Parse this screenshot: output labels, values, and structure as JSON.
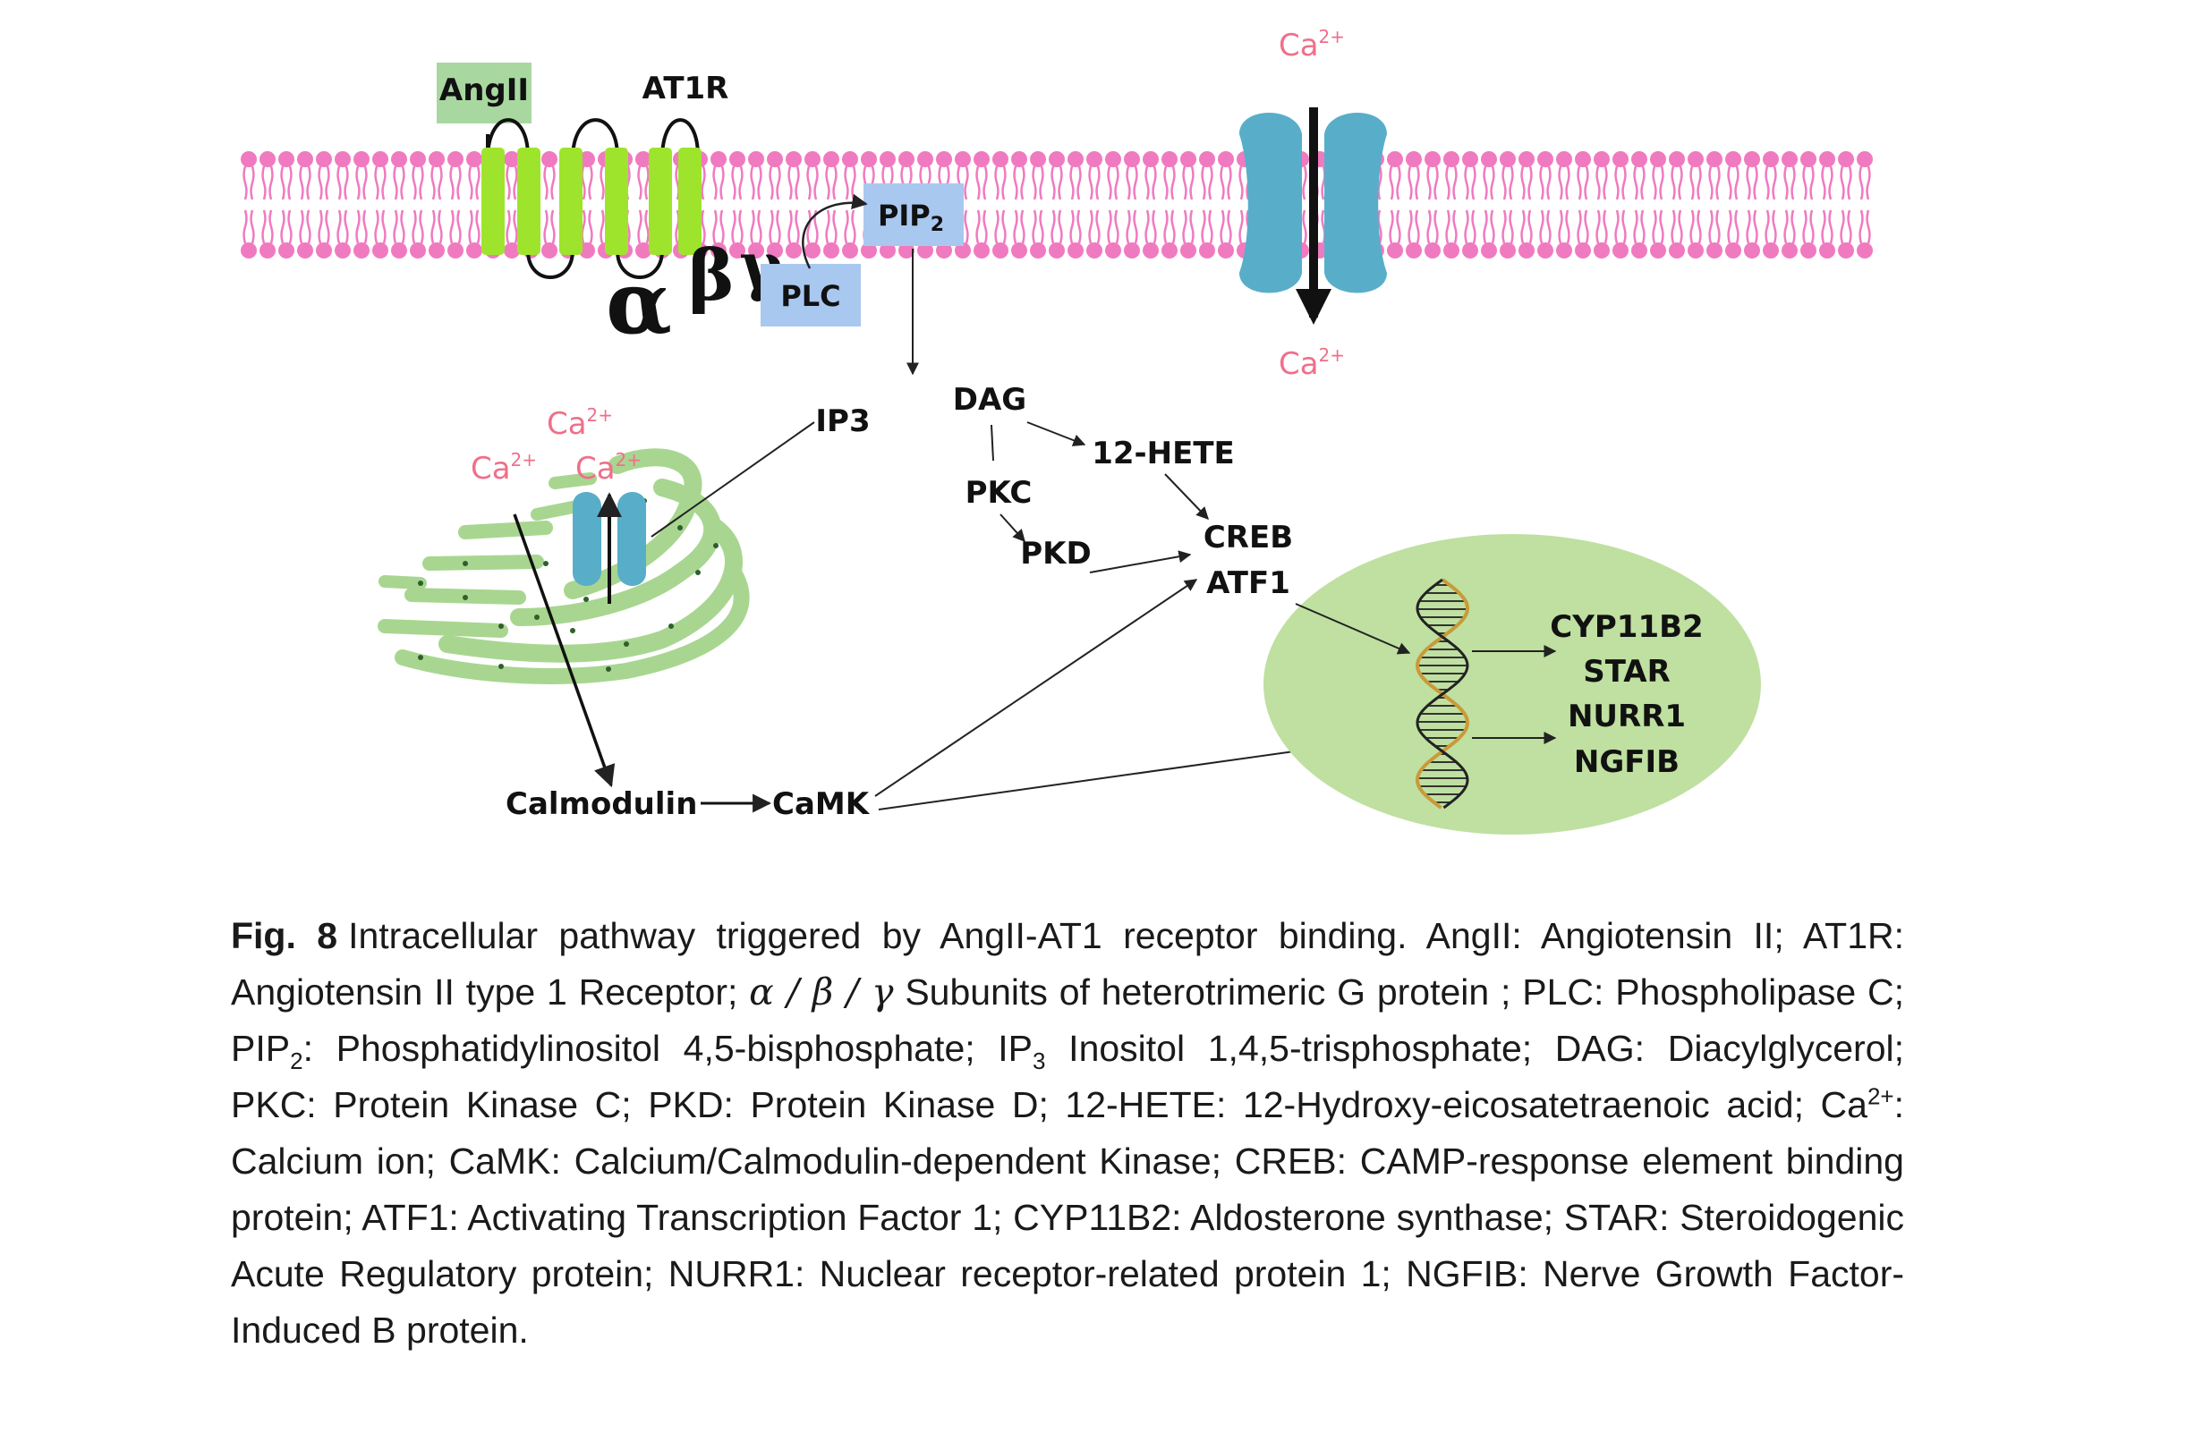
{
  "diagram": {
    "labels": {
      "angii": "AngII",
      "at1r": "AT1R",
      "alpha": "α",
      "beta": "β",
      "gamma": "γ",
      "plc": "PLC",
      "pip2_main": "PIP",
      "pip2_sub": "2",
      "ip3": "IP3",
      "dag": "DAG",
      "hete": "12-HETE",
      "pkc": "PKC",
      "pkd": "PKD",
      "creb": "CREB",
      "atf1": "ATF1",
      "calmodulin": "Calmodulin",
      "camk": "CaMK",
      "cyp11b2": "CYP11B2",
      "star": "STAR",
      "nurr1": "NURR1",
      "ngfib": "NGFIB",
      "ca_base": "Ca",
      "ca_sup": "2+"
    },
    "colors": {
      "membrane": "#f07ac0",
      "receptor": "#9fe42c",
      "angii_box": "#a8d8a0",
      "plc_box": "#a9c8f0",
      "channel": "#58aec9",
      "er": "#a8d690",
      "nucleus": "#bfe0a0",
      "ion": "#ef6f8a"
    },
    "icons": [
      "ion-channel-icon",
      "er-channel-icon",
      "dna-helix-icon"
    ]
  },
  "caption": {
    "label": "Fig. 8",
    "parts": [
      {
        "t": "Intracellular pathway triggered by AngII-AT1 receptor binding. AngII: Angiotensin II; AT1R: Angiotensin II type 1 Receptor; "
      },
      {
        "t": "α / β / γ",
        "i": true
      },
      {
        "t": " Subunits of heterotrimeric G protein ; PLC: Phospholipase C; PIP"
      },
      {
        "t": "2",
        "sub": true
      },
      {
        "t": ": Phosphatidylinositol 4,5-bisphosphate; IP"
      },
      {
        "t": "3",
        "sub": true
      },
      {
        "t": " Inositol 1,4,5-trisphosphate; DAG: Diacylglycerol; PKC: Protein Kinase C; PKD: Protein Kinase D; 12-HETE: 12-Hydroxy-eicosatetraenoic acid; Ca"
      },
      {
        "t": "2+",
        "sup": true
      },
      {
        "t": ": Calcium ion; CaMK: Calcium/Calmodulin-dependent Kinase; CREB: CAMP-response element binding protein; ATF1: Activating Transcription Factor 1; CYP11B2: Aldosterone synthase; STAR: Steroidogenic Acute Regulatory protein; NURR1: Nuclear receptor-related protein 1; NGFIB: Nerve Growth Factor-Induced B protein."
      }
    ]
  }
}
